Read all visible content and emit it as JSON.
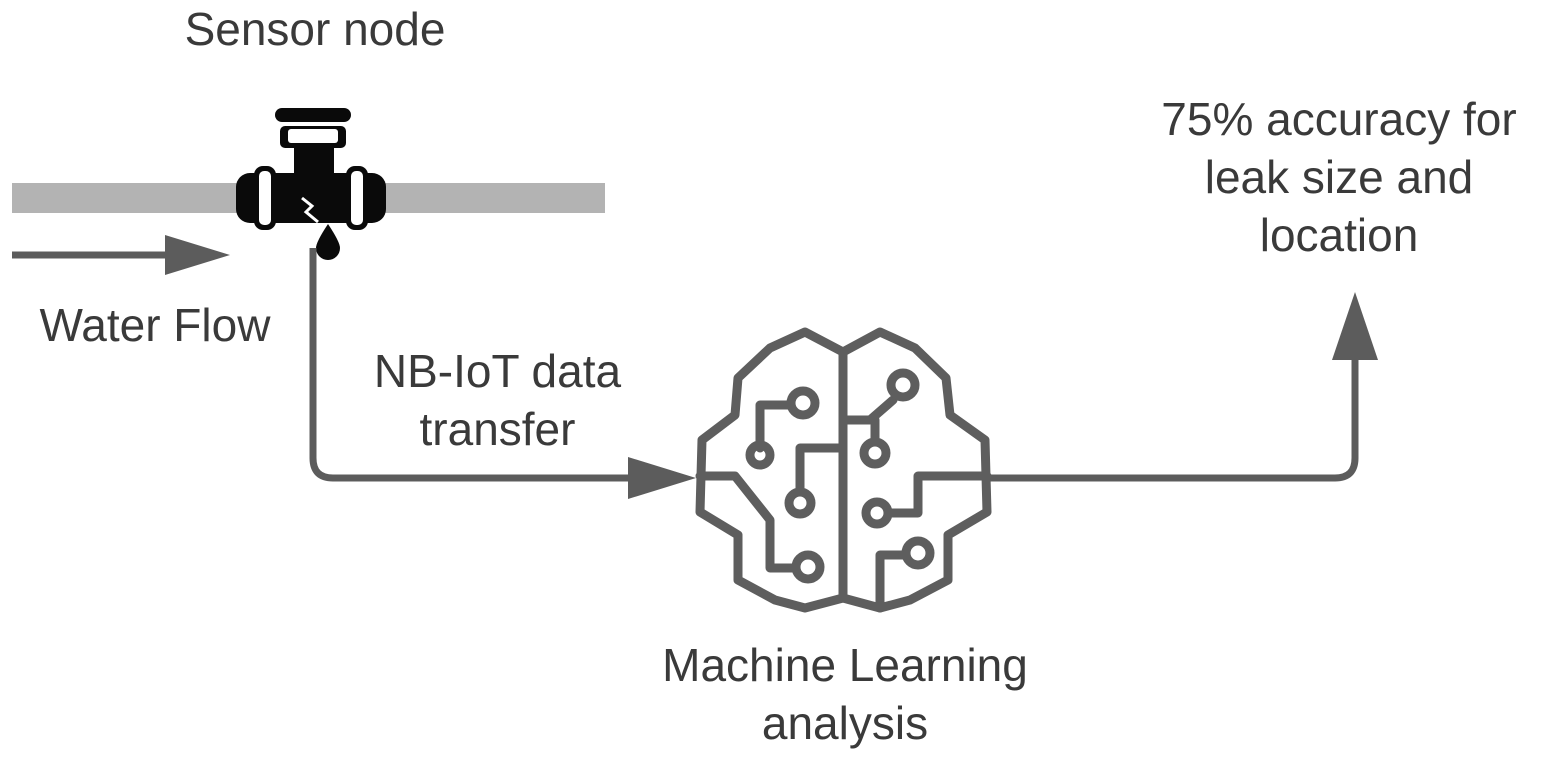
{
  "diagram": {
    "sensor_label": "Sensor node",
    "flow_label": "Water Flow",
    "transfer_label": [
      "NB-IoT data",
      "transfer"
    ],
    "ml_label": [
      "Machine Learning",
      "analysis"
    ],
    "result_label": [
      "75% accuracy for",
      "leak size and",
      "location"
    ]
  },
  "icons": {
    "sensor": "valve-icon",
    "leak": "water-drop-icon",
    "ml": "brain-circuit-icon"
  },
  "colors": {
    "pipe": "#b3b3b3",
    "arrow": "#5c5c5c",
    "text": "#3a3a3a",
    "valve": "#0a0a0a",
    "brain": "#5e5e5e"
  }
}
